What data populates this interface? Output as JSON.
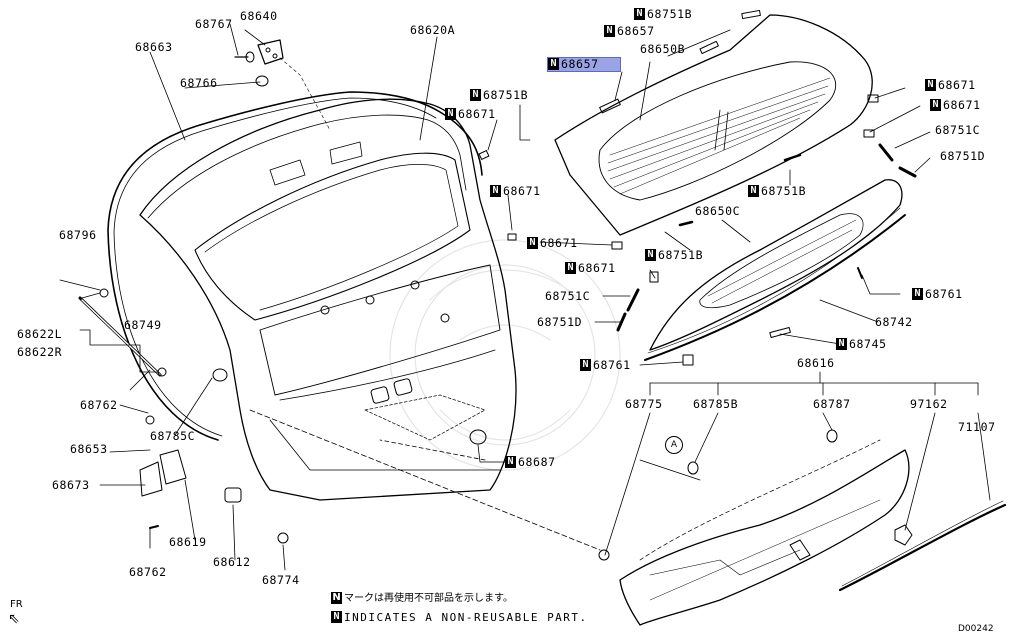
{
  "non_reusable_mark": "N",
  "highlight_color": "#9aa3e6",
  "parts": {
    "p68640": "68640",
    "p68767": "68767",
    "p68766": "68766",
    "p68663": "68663",
    "p68620A": "68620A",
    "p68751B_a": "68751B",
    "p68657_a": "68657",
    "p68650B": "68650B",
    "p68657_sel": "68657",
    "p68751B_b": "68751B",
    "p68671_a": "68671",
    "p68671_b": "68671",
    "p68671_c": "68671",
    "p68671_d": "68671",
    "p68751C_r": "68751C",
    "p68751D_r": "68751D",
    "p68751B_c": "68751B",
    "p68650C": "68650C",
    "p68671_e": "68671",
    "p68751B_d": "68751B",
    "p68671_f": "68671",
    "p68751C_l": "68751C",
    "p68751D_l": "68751D",
    "p68761_r": "68761",
    "p68742": "68742",
    "p68745": "68745",
    "p68761_l": "68761",
    "p68616": "68616",
    "p68796": "68796",
    "p68622L": "68622L",
    "p68622R": "68622R",
    "p68749": "68749",
    "p68762_a": "68762",
    "p68785C": "68785C",
    "p68653": "68653",
    "p68673": "68673",
    "p68619": "68619",
    "p68762_b": "68762",
    "p68612": "68612",
    "p68774": "68774",
    "p68687": "68687",
    "p68775": "68775",
    "p68785B": "68785B",
    "p68787": "68787",
    "p97162": "97162",
    "p71107": "71107"
  },
  "ref_circle": "A",
  "legend": {
    "jp": "マークは再使用不可部品を示します。",
    "en": "INDICATES A NON-REUSABLE PART."
  },
  "fr_label": "FR",
  "diagram_code": "D00242"
}
